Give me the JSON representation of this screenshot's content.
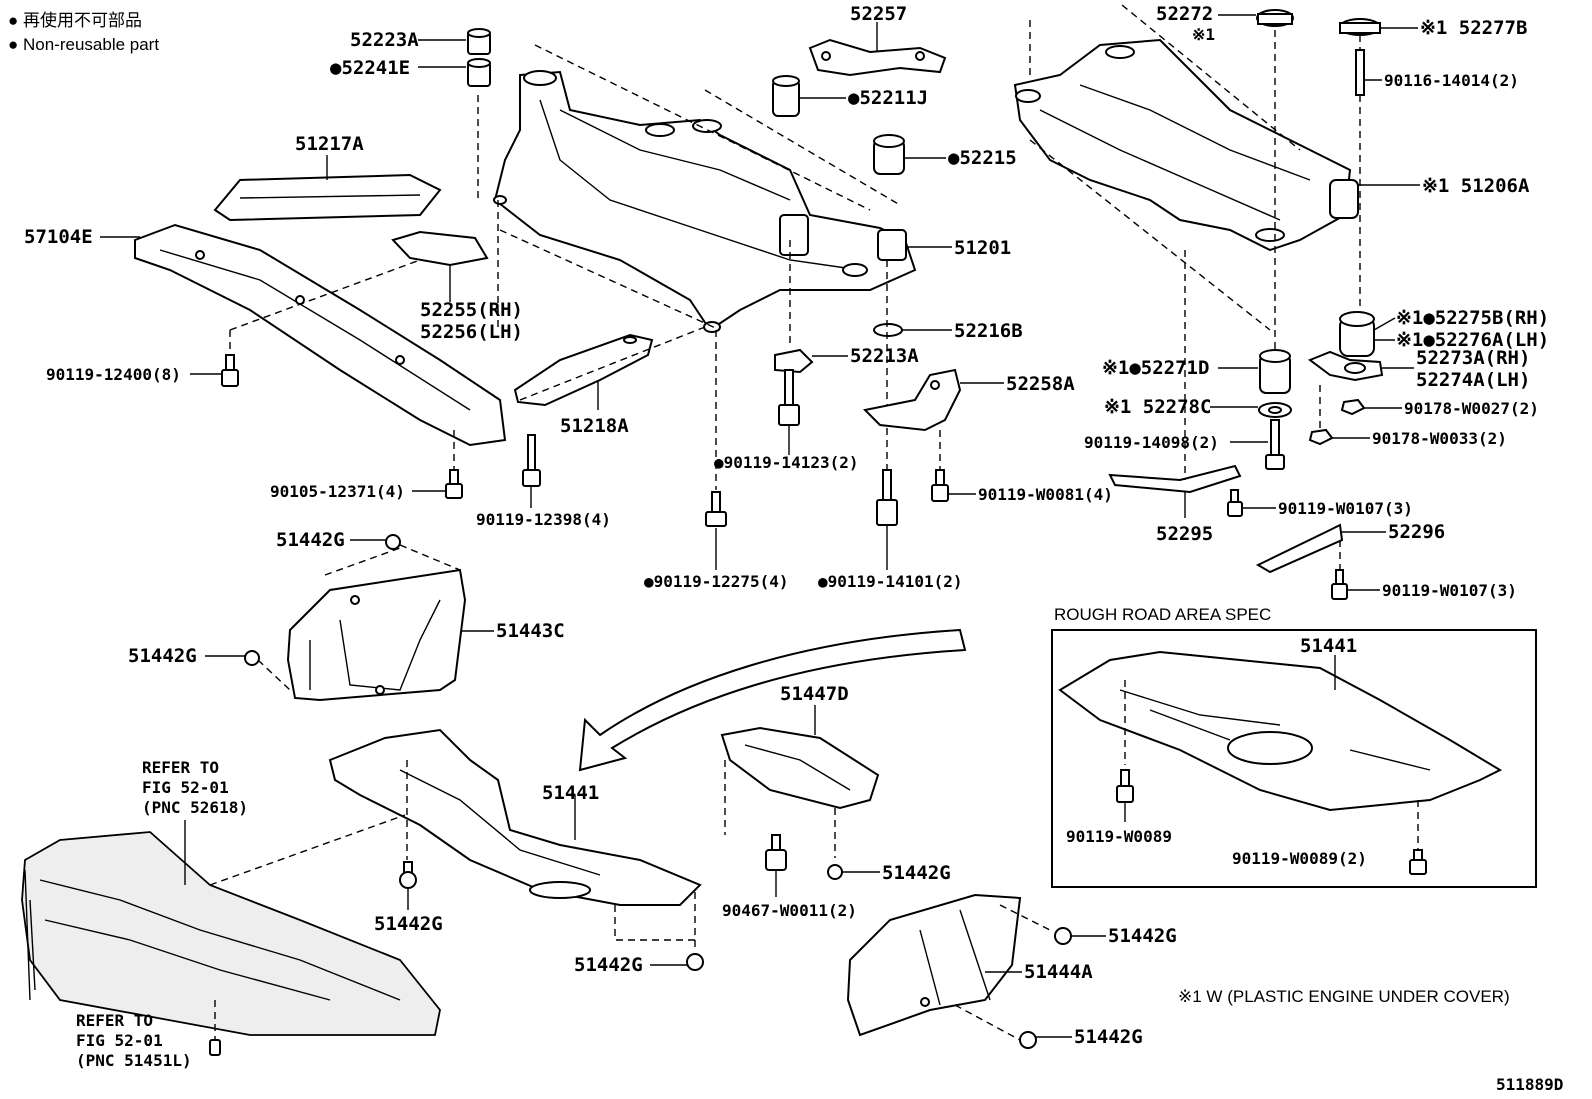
{
  "legend": {
    "item1": "● 再使用不可部品",
    "item2": "● Non-reusable part"
  },
  "labels": {
    "l52223A": "52223A",
    "l52241E": "●52241E",
    "l52257": "52257",
    "l52211J": "●52211J",
    "l52272": "52272",
    "l52272n": "※1",
    "l52277B": "※1 52277B",
    "l90116": "90116-14014(2)",
    "l51217A": "51217A",
    "l52215": "●52215",
    "l51206A": "※1 51206A",
    "l57104E": "57104E",
    "l51201": "51201",
    "l52255": "52255(RH)",
    "l52256": "52256(LH)",
    "l52216B": "52216B",
    "l52275B": "※1●52275B(RH)",
    "l52276A": "※1●52276A(LH)",
    "l52213A": "52213A",
    "l52271D": "※1●52271D",
    "l52273A": "52273A(RH)",
    "l52274A": "52274A(LH)",
    "l90119_12400": "90119-12400(8)",
    "l52258A": "52258A",
    "l90178_27": "90178-W0027(2)",
    "l52278C": "※1 52278C",
    "l51218A": "51218A",
    "l90119_14098": "90119-14098(2)",
    "l90178_33": "90178-W0033(2)",
    "l90119_14123": "●90119-14123(2)",
    "l90105": "90105-12371(4)",
    "l90119_W0081": "90119-W0081(4)",
    "l90119_12398": "90119-12398(4)",
    "l90119_W0107a": "90119-W0107(3)",
    "l52295": "52295",
    "l52296": "52296",
    "l51442G_1": "51442G",
    "l90119_12275": "●90119-12275(4)",
    "l90119_14101": "●90119-14101(2)",
    "l90119_W0107b": "90119-W0107(3)",
    "l51443C": "51443C",
    "l51442G_2": "51442G",
    "rough": "ROUGH ROAD AREA SPEC",
    "l51441_r": "51441",
    "l51447D": "51447D",
    "refer1a": "REFER TO",
    "refer1b": "FIG 52-01",
    "refer1c": "(PNC 52618)",
    "l51441": "51441",
    "l90119_W0089": "90119-W0089",
    "l90119_W0089_2": "90119-W0089(2)",
    "l51442G_3": "51442G",
    "l90467": "90467-W0011(2)",
    "l51442G_4": "51442G",
    "l51442G_5": "51442G",
    "l51442G_6": "51442G",
    "l51444A": "51444A",
    "note1": "※1 W (PLASTIC ENGINE UNDER COVER)",
    "refer2a": "REFER TO",
    "refer2b": "FIG 52-01",
    "refer2c": "(PNC 51451L)",
    "l51442G_7": "51442G",
    "code": "511889D"
  }
}
